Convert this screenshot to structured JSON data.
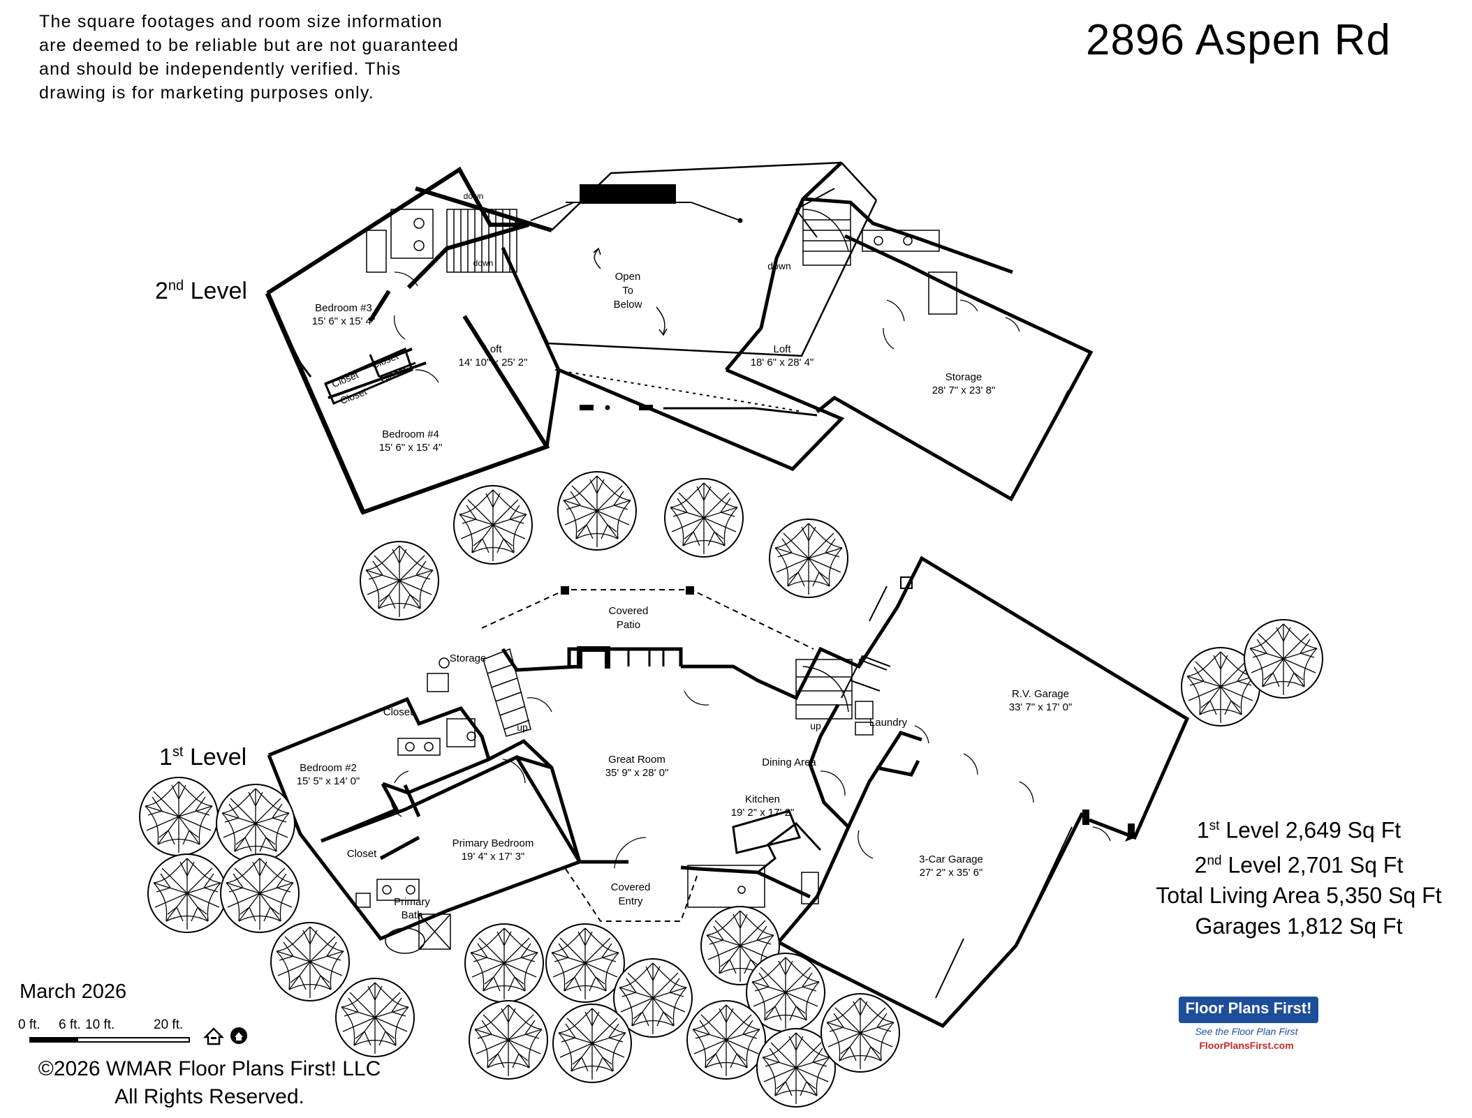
{
  "disclaimer": [
    "The square footages and room size information",
    "are deemed to be reliable but are not guaranteed",
    "and should be independently verified. This",
    "drawing is for marketing purposes only."
  ],
  "address": "2896 Aspen Rd",
  "levels": {
    "second": {
      "num": "2",
      "sup": "nd",
      "word": "Level"
    },
    "first": {
      "num": "1",
      "sup": "st",
      "word": "Level"
    }
  },
  "rooms": {
    "bedroom3": {
      "name": "Bedroom #3",
      "dims": "15' 6\" x 15' 4\""
    },
    "bedroom4": {
      "name": "Bedroom #4",
      "dims": "15' 6\" x 15' 4\""
    },
    "loft_west": {
      "name": "Loft",
      "dims": "14' 10\" x 25' 2\""
    },
    "loft_east": {
      "name": "Loft",
      "dims": "18' 6\" x 28' 4\""
    },
    "open_below": [
      "Open",
      "To",
      "Below"
    ],
    "storage_upper": {
      "name": "Storage",
      "dims": "28' 7\" x 23' 8\""
    },
    "closets_upper": [
      "Closet",
      "Closet",
      "Closet",
      "Closet"
    ],
    "down_labels": [
      "down",
      "down",
      "down"
    ],
    "covered_patio": [
      "Covered",
      "Patio"
    ],
    "storage_lower": "Storage",
    "closet_b2": "Closet",
    "bedroom2": {
      "name": "Bedroom #2",
      "dims": "15' 5\" x 14' 0\""
    },
    "great_room": {
      "name": "Great Room",
      "dims": "35' 9\" x 28' 0\""
    },
    "dining": "Dining Area",
    "kitchen": {
      "name": "Kitchen",
      "dims": "19' 2\" x 17' 2\""
    },
    "laundry": "Laundry",
    "rv_garage": {
      "name": "R.V. Garage",
      "dims": "33' 7\" x 17' 0\""
    },
    "garage3": {
      "name": "3-Car Garage",
      "dims": "27' 2\" x 35' 6\""
    },
    "primary_bedroom": {
      "name": "Primary Bedroom",
      "dims": "19' 4\" x 17' 3\""
    },
    "closet_primary": "Closet",
    "primary_bath": [
      "Primary",
      "Bath"
    ],
    "covered_entry": [
      "Covered",
      "Entry"
    ],
    "up_labels": [
      "up",
      "up"
    ]
  },
  "area_summary": [
    {
      "num": "1",
      "sup": "st",
      "text": " Level 2,649 Sq Ft"
    },
    {
      "num": "2",
      "sup": "nd",
      "text": " Level 2,701 Sq Ft"
    },
    {
      "num": "",
      "sup": "",
      "text": "Total Living Area 5,350 Sq Ft"
    },
    {
      "num": "",
      "sup": "",
      "text": "Garages 1,812 Sq Ft"
    }
  ],
  "date": "March 2026",
  "scale": [
    "0 ft.",
    "6 ft.",
    "10 ft.",
    "20 ft."
  ],
  "copyright": [
    "©2026 WMAR Floor Plans First! LLC",
    "All Rights Reserved."
  ],
  "logo": {
    "main": "Floor Plans First!",
    "tagline": "See the Floor Plan First",
    "url": "FloorPlansFirst.com"
  }
}
